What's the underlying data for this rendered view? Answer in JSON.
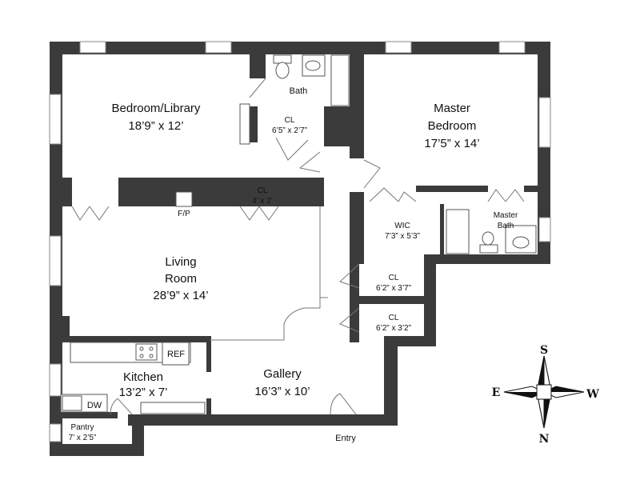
{
  "rooms": {
    "bedroom_library": {
      "name": "Bedroom/Library",
      "size": "18’9” x 12’"
    },
    "master_bedroom": {
      "name1": "Master",
      "name2": "Bedroom",
      "size": "17’5” x 14’"
    },
    "bath": {
      "name": "Bath"
    },
    "closet_bath": {
      "name": "CL",
      "size": "6’5” x 2’7”"
    },
    "closet_living": {
      "name": "CL",
      "size": "4’ x 2’"
    },
    "fireplace": {
      "name": "F/P"
    },
    "wic": {
      "name": "WIC",
      "size": "7’3” x 5’3”"
    },
    "master_bath": {
      "name1": "Master",
      "name2": "Bath"
    },
    "living_room": {
      "name1": "Living",
      "name2": "Room",
      "size": "28’9” x 14’"
    },
    "closet_gallery_1": {
      "name": "CL",
      "size": "6’2” x 3’7”"
    },
    "closet_gallery_2": {
      "name": "CL",
      "size": "6’2” x 3’2”"
    },
    "kitchen": {
      "name": "Kitchen",
      "size": "13’2” x 7’"
    },
    "refrigerator": {
      "name": "REF"
    },
    "dishwasher": {
      "name": "DW"
    },
    "pantry": {
      "name": "Pantry",
      "size": "7’ x 2’5”"
    },
    "gallery": {
      "name": "Gallery",
      "size": "16’3” x 10’"
    },
    "entry": {
      "name": "Entry"
    }
  },
  "compass": {
    "north": "N",
    "south": "S",
    "east": "E",
    "west": "W"
  }
}
